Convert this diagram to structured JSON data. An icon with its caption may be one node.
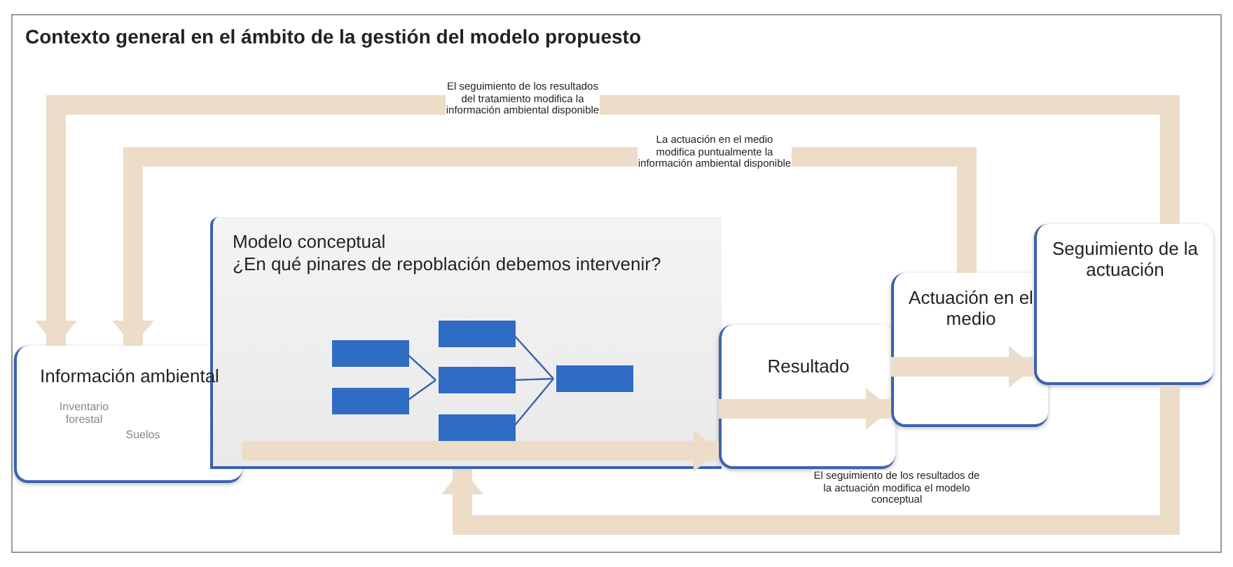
{
  "diagram": {
    "title": "Contexto general en el ámbito de la gestión del modelo propuesto",
    "nodes": [
      {
        "text": [
          "Información ambiental",
          "Inventario forestal",
          "Suelos"
        ]
      },
      {
        "text": [
          "Modelo conceptual",
          "¿En qué pinares de repoblación debemos intervenir?"
        ]
      },
      {
        "text": [],
        "shape": "box",
        "in": 1
      },
      {
        "text": [],
        "shape": "box",
        "in": 1
      },
      {
        "text": [],
        "shape": "box",
        "in": 1
      },
      {
        "text": [],
        "shape": "box",
        "in": 1
      },
      {
        "text": [],
        "shape": "box",
        "in": 1
      },
      {
        "text": [],
        "shape": "box",
        "in": 1
      },
      {
        "text": [
          "Resultado"
        ]
      },
      {
        "text": [
          "Actuación en el medio"
        ]
      },
      {
        "text": [
          "Seguimiento de la actuación"
        ]
      }
    ],
    "edges": [
      {
        "from": 2,
        "to": 5,
        "arrow": "none",
        "color": "#3a62b0"
      },
      {
        "from": 3,
        "to": 5,
        "arrow": "none",
        "color": "#3a62b0"
      },
      {
        "from": 4,
        "to": 7,
        "arrow": "none",
        "color": "#3a62b0"
      },
      {
        "from": 5,
        "to": 7,
        "arrow": "none",
        "color": "#3a62b0"
      },
      {
        "from": 6,
        "to": 7,
        "arrow": "none",
        "color": "#3a62b0"
      },
      {
        "from": 0,
        "to": 8,
        "arrow": "to"
      },
      {
        "from": 8,
        "to": 9,
        "arrow": "to"
      },
      {
        "from": 9,
        "to": 10,
        "arrow": "to"
      },
      {
        "from": 10,
        "to": 0,
        "arrow": "to",
        "label": "El seguimiento de los resultados del tratamiento modifica la información ambiental disponible"
      },
      {
        "from": 9,
        "to": 0,
        "arrow": "to",
        "label": "La actuación en el medio modifica puntualmente la información ambiental disponible"
      },
      {
        "from": 10,
        "to": 1,
        "arrow": "to",
        "label": "El seguimiento de los resultados de la actuación modifica el modelo conceptual"
      }
    ]
  }
}
